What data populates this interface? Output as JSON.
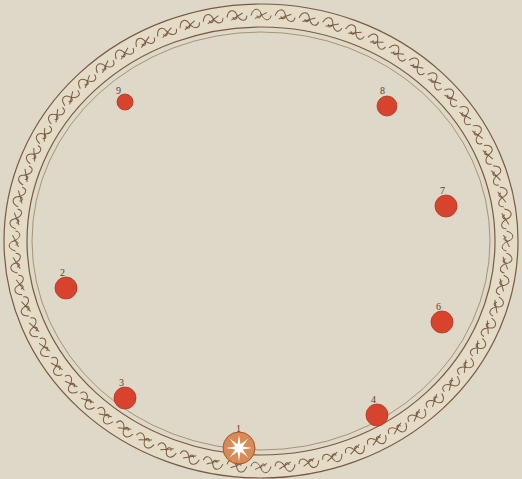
{
  "diagram": {
    "labels": [
      "9",
      "8",
      "7",
      "6",
      "4",
      "2",
      "3",
      "1"
    ]
  }
}
